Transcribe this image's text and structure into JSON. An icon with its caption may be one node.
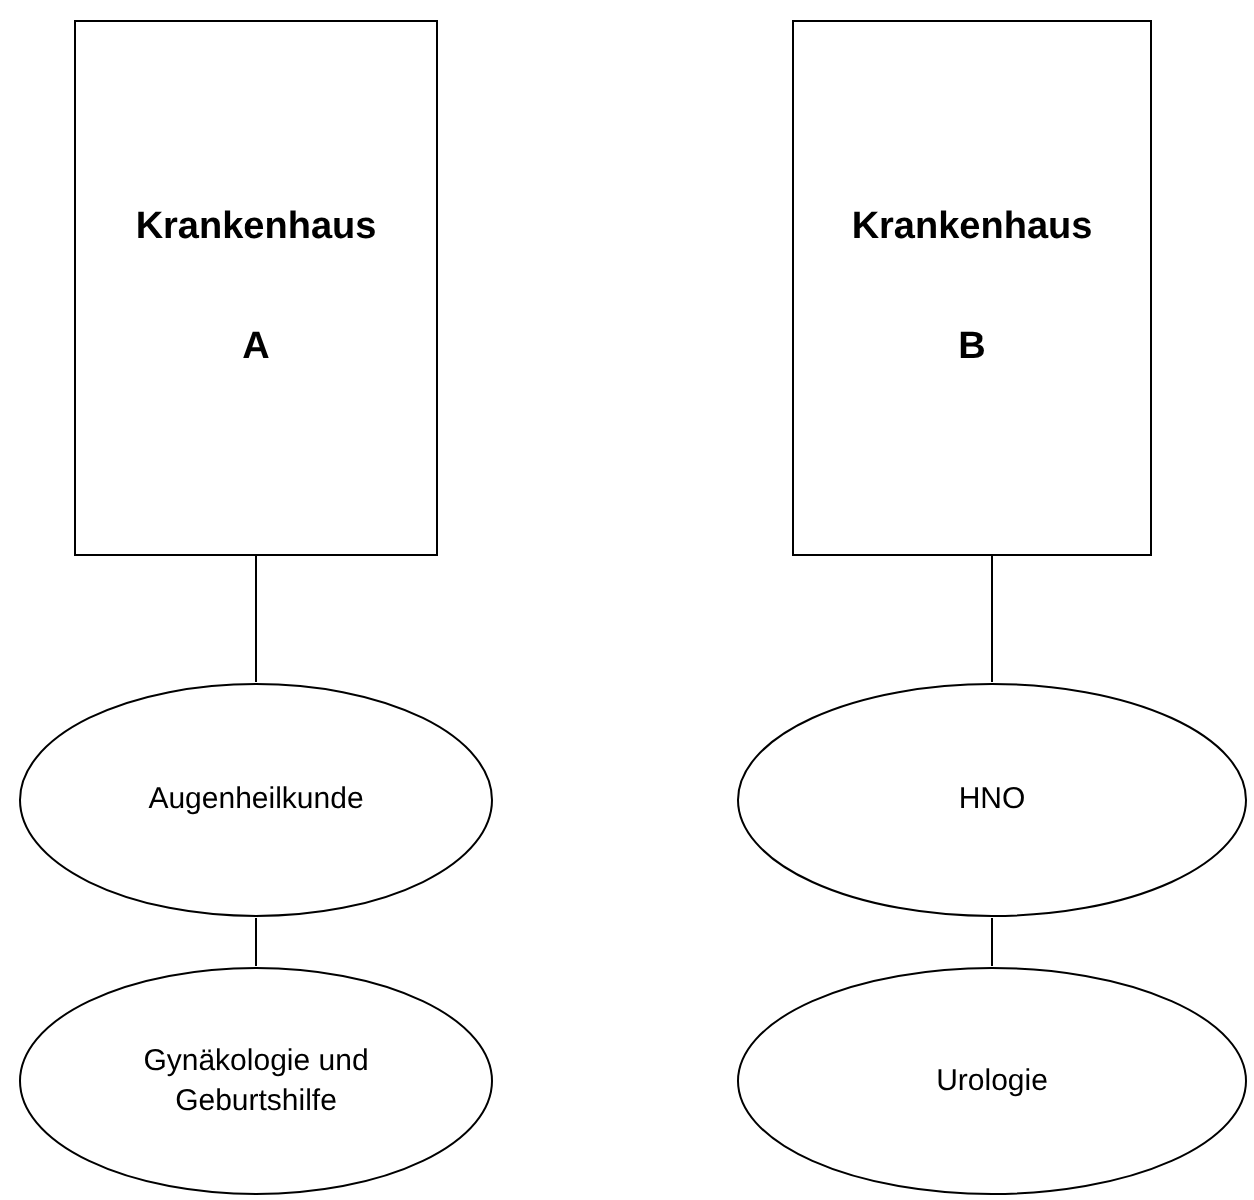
{
  "diagram": {
    "nodes": [
      {
        "text": [
          "Krankenhaus",
          "A"
        ]
      },
      {
        "text": [
          "Augenheilkunde"
        ]
      },
      {
        "text": [
          "Gynäkologie und Geburtshilfe"
        ]
      },
      {
        "text": [
          "Krankenhaus",
          "B"
        ]
      },
      {
        "text": [
          "HNO"
        ]
      },
      {
        "text": [
          "Urologie"
        ]
      }
    ],
    "edges": [
      {
        "from": 0,
        "to": 1,
        "arrow": "none"
      },
      {
        "from": 1,
        "to": 2,
        "arrow": "none"
      },
      {
        "from": 3,
        "to": 4,
        "arrow": "none"
      },
      {
        "from": 4,
        "to": 5,
        "arrow": "none"
      }
    ]
  }
}
